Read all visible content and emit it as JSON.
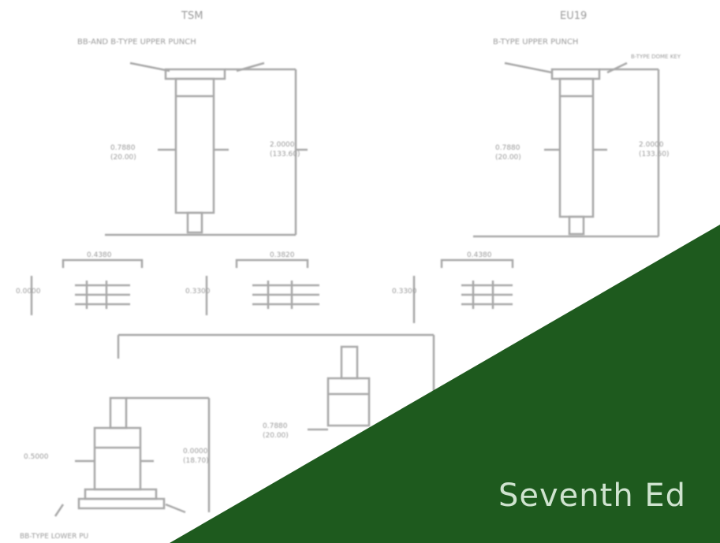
{
  "colors": {
    "background": "#ffffff",
    "drawing_line": "#a8a8a8",
    "cover_green": "#1e5a1e",
    "edition_text": "#cfe3cf"
  },
  "diagram": {
    "left_title": "TSM",
    "left_subtitle": "BB-AND B-TYPE UPPER PUNCH",
    "right_title": "EU19",
    "right_subtitle": "B-TYPE UPPER PUNCH",
    "right_note": "B-TYPE DOME KEY",
    "bottom_left_label": "BB-TYPE LOWER PU"
  },
  "cover": {
    "edition": "Seventh Ed"
  }
}
